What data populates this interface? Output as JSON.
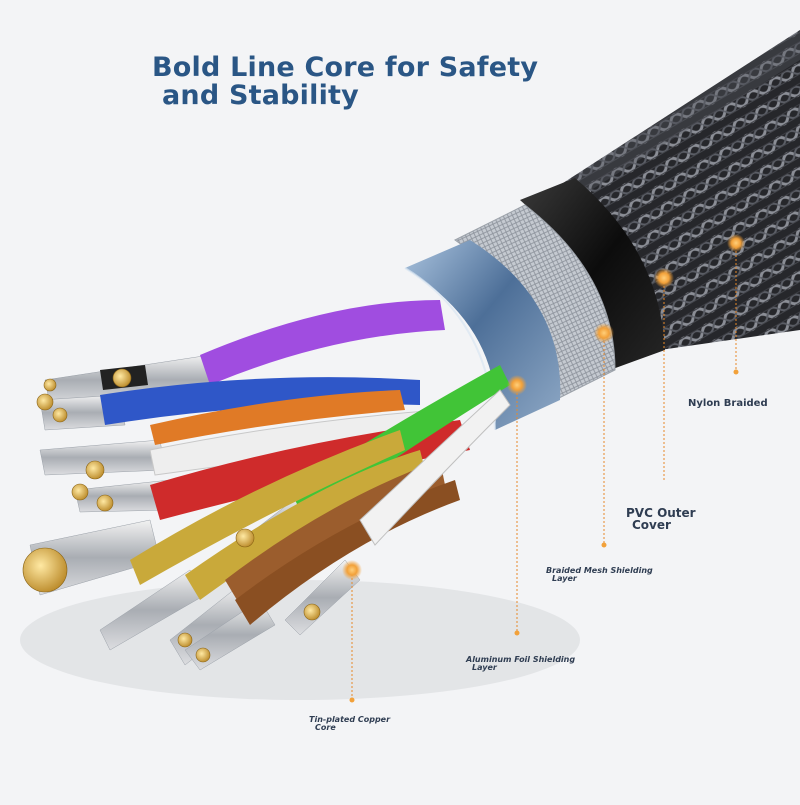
{
  "title": {
    "line1": "Bold Line Core for Safety",
    "line2": "and Stability"
  },
  "labels": {
    "nylon_braided": "Nylon Braided",
    "pvc_outer_cover_1": "PVC Outer",
    "pvc_outer_cover_2": "Cover",
    "braided_mesh_1": "Braided Mesh Shielding",
    "braided_mesh_2": "Layer",
    "aluminum_foil_1": "Aluminum Foil Shielding",
    "aluminum_foil_2": "Layer",
    "tin_plated_1": "Tin-plated Copper",
    "tin_plated_2": "Core"
  },
  "colors": {
    "title": "#2a5685",
    "callout_dot": "#f2a13a",
    "callout_line": "#e7892a",
    "nylon_braid": "#2b2b2e",
    "pvc_jacket": "#151515",
    "mesh_shield": "#b9bec6",
    "foil_shield": "#5d7fa6",
    "wire_purple": "#a04de0",
    "wire_blue": "#2f57c8",
    "wire_orange": "#e07a26",
    "wire_white": "#eeeeee",
    "wire_red": "#cf2b2b",
    "wire_green": "#41c437",
    "wire_yellow": "#c9a93a",
    "wire_brown": "#9b5d2d",
    "copper": "#d9a441"
  },
  "icons": [
    "cable-cross-section-illustration",
    "callout-dot"
  ]
}
